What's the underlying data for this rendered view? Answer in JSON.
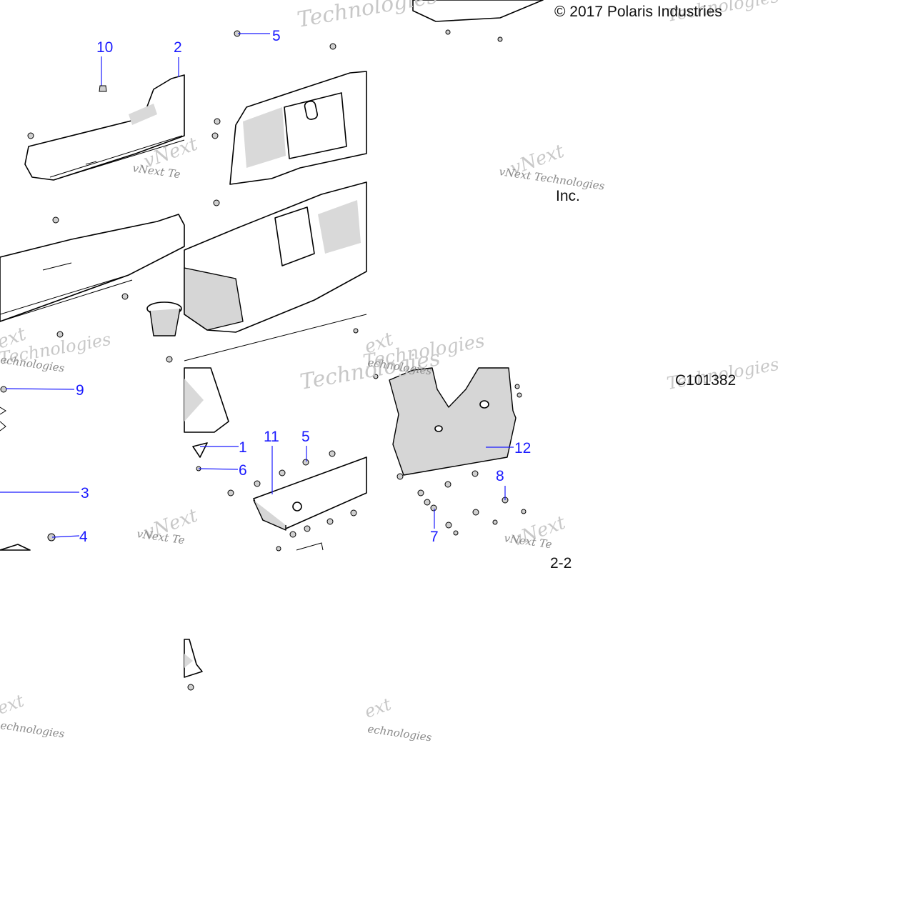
{
  "copyright": "© 2017 Polaris Industries",
  "company_suffix": "Inc.",
  "illustration_code": "C101382",
  "page_fragment": "2-2",
  "watermarks": {
    "large_a": "Technologies",
    "large_b": "vNext",
    "large_c": "ext",
    "small": "vNext Technologies",
    "small_a": "vNext Te",
    "small_b": "echnologies"
  },
  "callouts": [
    "1",
    "2",
    "3",
    "4",
    "5",
    "5",
    "6",
    "7",
    "8",
    "9",
    "10",
    "11",
    "12"
  ],
  "colors": {
    "callout": "#1a1aff",
    "line_art": "#000000",
    "shading": "#d6d6d6",
    "watermark": "#c8c8c8"
  }
}
